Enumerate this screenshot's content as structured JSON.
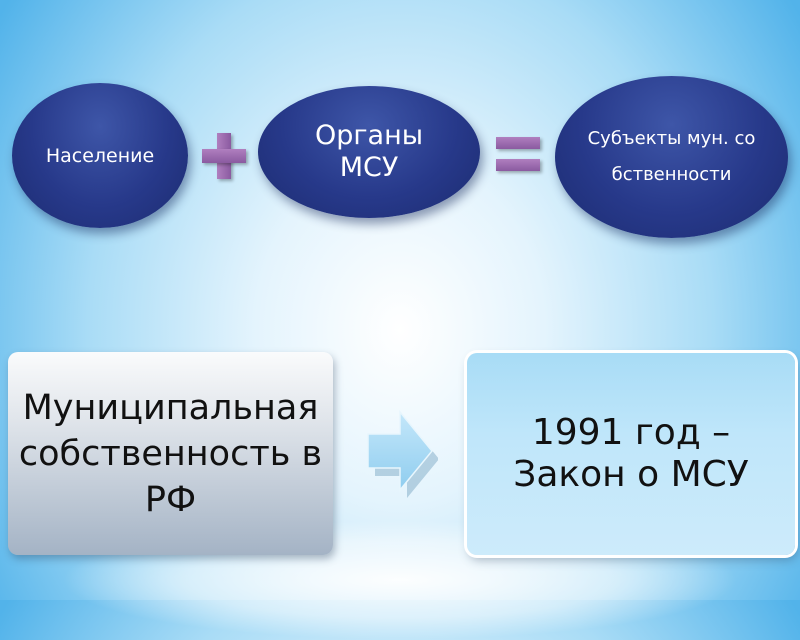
{
  "top_row": {
    "population": "Население",
    "msu_bodies": "Органы МСУ",
    "subjects": "Субъекты мун. собственности"
  },
  "bottom_row": {
    "municipal_property": "Муниципальная собственность в РФ",
    "law": "1991 год – Закон о МСУ"
  },
  "colors": {
    "ellipse_fill": "#27398a",
    "operator_fill": "#9a6aae",
    "left_box_fill": "#dfe4ea",
    "right_box_fill": "#bfe6fa",
    "arrow_fill": "#a8daf4"
  }
}
